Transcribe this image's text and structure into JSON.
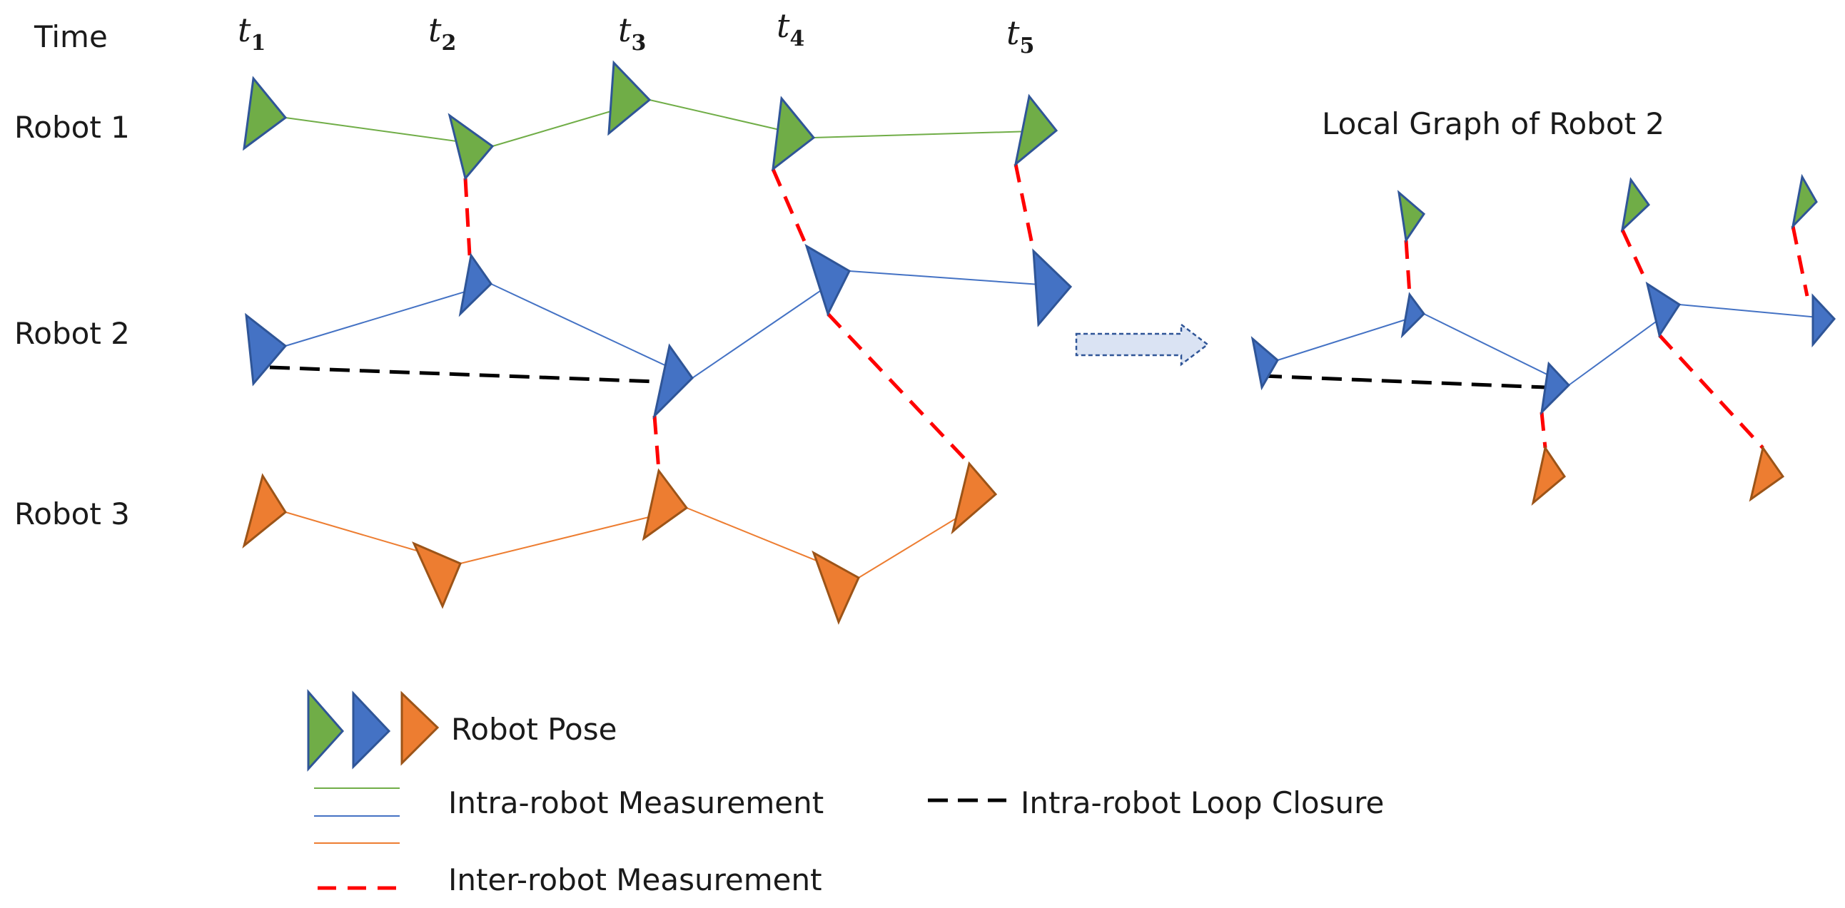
{
  "colors": {
    "robot1": "#70ad47",
    "robot2": "#4472c4",
    "robot3": "#ed7d31",
    "outline": "#2f5597",
    "outline3": "#9c5418",
    "inter": "#ff0000",
    "loop": "#000000",
    "arrow_fill": "#dae3f3",
    "arrow_stroke": "#2f5597"
  },
  "header": {
    "time_label": "Time"
  },
  "timesteps": [
    {
      "main": "t",
      "sub": "1"
    },
    {
      "main": "t",
      "sub": "2"
    },
    {
      "main": "t",
      "sub": "3"
    },
    {
      "main": "t",
      "sub": "4"
    },
    {
      "main": "t",
      "sub": "5"
    }
  ],
  "rows": [
    {
      "label": "Robot 1"
    },
    {
      "label": "Robot 2"
    },
    {
      "label": "Robot 3"
    }
  ],
  "local_graph": {
    "title": "Local Graph of Robot 2"
  },
  "legend": {
    "pose": "Robot Pose",
    "intra_measurement": "Intra-robot Measurement",
    "loop_closure": "Intra-robot Loop Closure",
    "inter_measurement": "Inter-robot Measurement"
  }
}
